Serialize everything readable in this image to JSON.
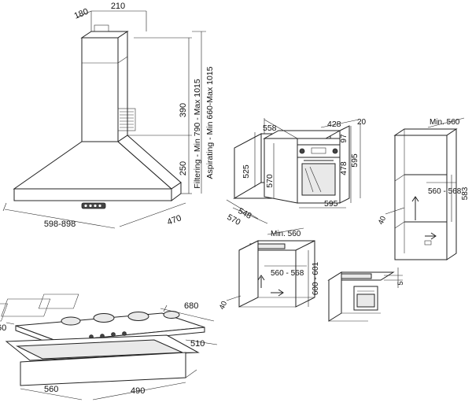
{
  "hood": {
    "chimney_depth": "180",
    "chimney_width": "210",
    "upper_height": "390",
    "lower_height": "250",
    "width_range": "598-898",
    "depth": "470",
    "filtering_note": "Filtering - Min 790 - Max 1015",
    "aspirating_note": "Aspirating - Min 660-Max 1015"
  },
  "oven": {
    "width": "558",
    "height_outer": "525",
    "height_inner": "570",
    "depth_inner": "548",
    "depth_outer": "570",
    "top_depth": "428",
    "top_gap": "20",
    "front_top": "97",
    "front_height": "478",
    "total_height": "595",
    "front_width": "595"
  },
  "column": {
    "min_width": "Min. 560",
    "niche_width": "560 - 568",
    "niche_height": "583",
    "vent": "40"
  },
  "undercounter": {
    "min_width": "Min. 560",
    "niche_width": "560 - 568",
    "niche_height": "600 - 601",
    "vent": "40",
    "gap": "5"
  },
  "hob": {
    "width": "680",
    "depth": "510",
    "height_label": "60",
    "cutout_width": "490",
    "cutout_depth": "560"
  }
}
